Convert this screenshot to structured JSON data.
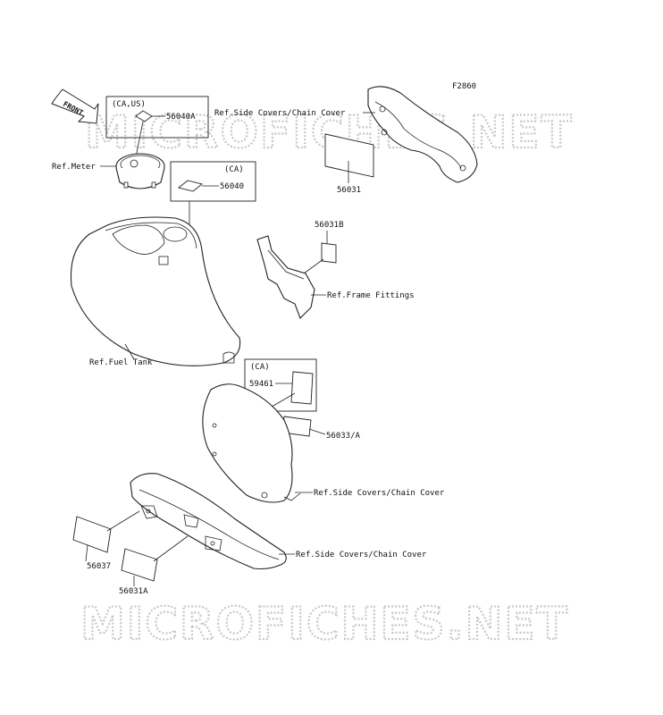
{
  "figure_code": "F2860",
  "front_arrow": "FRONT",
  "watermark": "MICROFICHES.NET",
  "labels": {
    "ref_side_covers_top": "Ref.Side Covers/Chain Cover",
    "ref_meter": "Ref.Meter",
    "ref_frame_fittings": "Ref.Frame Fittings",
    "ref_fuel_tank": "Ref.Fuel Tank",
    "ref_side_covers_mid": "Ref.Side Covers/Chain Cover",
    "ref_side_covers_bottom": "Ref.Side Covers/Chain Cover"
  },
  "parts": {
    "p56040a": "56040A",
    "p56040": "56040",
    "p56031": "56031",
    "p56031b": "56031B",
    "p59461": "59461",
    "p56033a": "56033/A",
    "p56037": "56037",
    "p56031a": "56031A"
  },
  "regions": {
    "ca_us": "(CA,US)",
    "ca_1": "(CA)",
    "ca_2": "(CA)"
  }
}
